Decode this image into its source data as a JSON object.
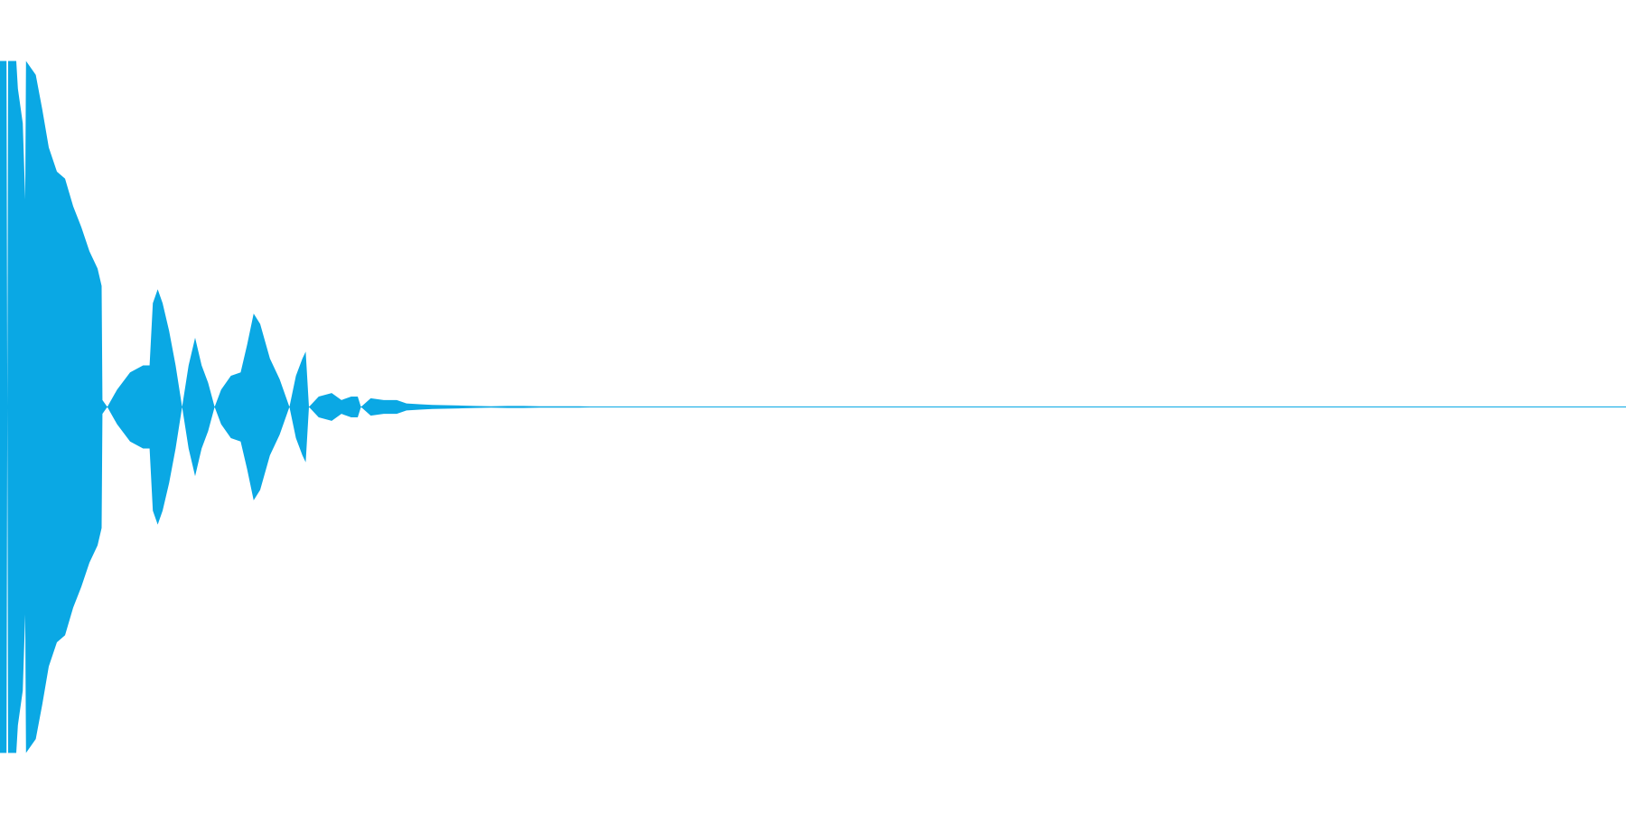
{
  "waveform": {
    "color": "#0aa8e4",
    "duration_fraction_of_view_with_signal": 0.37,
    "envelope": [
      [
        0.0,
        1.0
      ],
      [
        0.004,
        1.0
      ],
      [
        0.0045,
        0.0
      ],
      [
        0.005,
        1.0
      ],
      [
        0.01,
        1.0
      ],
      [
        0.011,
        0.92
      ],
      [
        0.014,
        0.82
      ],
      [
        0.0155,
        0.6
      ],
      [
        0.016,
        1.0
      ],
      [
        0.022,
        0.96
      ],
      [
        0.026,
        0.86
      ],
      [
        0.03,
        0.75
      ],
      [
        0.035,
        0.68
      ],
      [
        0.04,
        0.66
      ],
      [
        0.045,
        0.58
      ],
      [
        0.05,
        0.52
      ],
      [
        0.055,
        0.45
      ],
      [
        0.06,
        0.4
      ],
      [
        0.0625,
        0.35
      ],
      [
        0.063,
        0.02
      ],
      [
        0.066,
        0.0
      ],
      [
        0.072,
        0.05
      ],
      [
        0.08,
        0.1
      ],
      [
        0.088,
        0.12
      ],
      [
        0.092,
        0.12
      ],
      [
        0.094,
        0.3
      ],
      [
        0.097,
        0.34
      ],
      [
        0.1,
        0.3
      ],
      [
        0.104,
        0.22
      ],
      [
        0.108,
        0.12
      ],
      [
        0.112,
        0.0
      ],
      [
        0.116,
        0.12
      ],
      [
        0.12,
        0.2
      ],
      [
        0.124,
        0.12
      ],
      [
        0.128,
        0.07
      ],
      [
        0.132,
        0.0
      ],
      [
        0.136,
        0.05
      ],
      [
        0.142,
        0.09
      ],
      [
        0.148,
        0.1
      ],
      [
        0.152,
        0.18
      ],
      [
        0.156,
        0.27
      ],
      [
        0.16,
        0.24
      ],
      [
        0.166,
        0.14
      ],
      [
        0.172,
        0.08
      ],
      [
        0.178,
        0.0
      ],
      [
        0.182,
        0.09
      ],
      [
        0.186,
        0.14
      ],
      [
        0.188,
        0.16
      ],
      [
        0.19,
        0.0
      ],
      [
        0.196,
        0.03
      ],
      [
        0.204,
        0.04
      ],
      [
        0.21,
        0.02
      ],
      [
        0.216,
        0.03
      ],
      [
        0.22,
        0.03
      ],
      [
        0.222,
        0.0
      ],
      [
        0.228,
        0.025
      ],
      [
        0.236,
        0.02
      ],
      [
        0.244,
        0.02
      ],
      [
        0.25,
        0.01
      ],
      [
        0.258,
        0.008
      ],
      [
        0.266,
        0.006
      ],
      [
        0.276,
        0.005
      ],
      [
        0.284,
        0.004
      ],
      [
        0.292,
        0.003
      ],
      [
        0.302,
        0.002
      ],
      [
        0.312,
        0.003
      ],
      [
        0.322,
        0.003
      ],
      [
        0.332,
        0.002
      ],
      [
        0.342,
        0.002
      ],
      [
        0.356,
        0.002
      ],
      [
        0.366,
        0.001
      ],
      [
        0.37,
        0.0
      ],
      [
        1.0,
        0.0
      ]
    ]
  }
}
